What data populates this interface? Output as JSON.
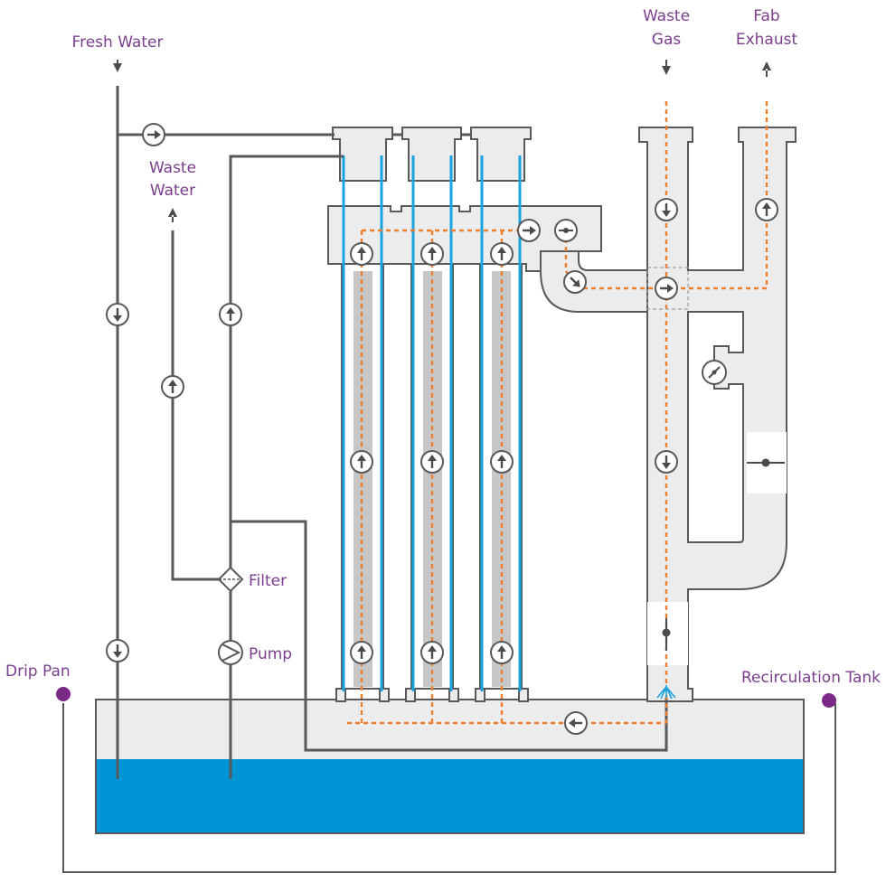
{
  "labels": {
    "fresh_water": "Fresh Water",
    "waste_water_1": "Waste",
    "waste_water_2": "Water",
    "waste_gas_1": "Waste",
    "waste_gas_2": "Gas",
    "fab_exhaust_1": "Fab",
    "fab_exhaust_2": "Exhaust",
    "filter": "Filter",
    "pump": "Pump",
    "drip_pan": "Drip Pan",
    "recirculation_tank": "Recirculation Tank"
  },
  "colors": {
    "pipe": "#58595b",
    "vessel": "#ececec",
    "water": "#0096d6",
    "blue_line": "#1aa3de",
    "gas_line": "#ee7d2d",
    "label": "#7a3e8c",
    "sensor_dot": "#7a2a86"
  },
  "icons": [
    "flow-arrow-icon",
    "filter-icon",
    "pump-icon",
    "damper-icon",
    "pressure-gauge-icon",
    "spray-nozzle-icon",
    "sensor-dot-icon"
  ]
}
